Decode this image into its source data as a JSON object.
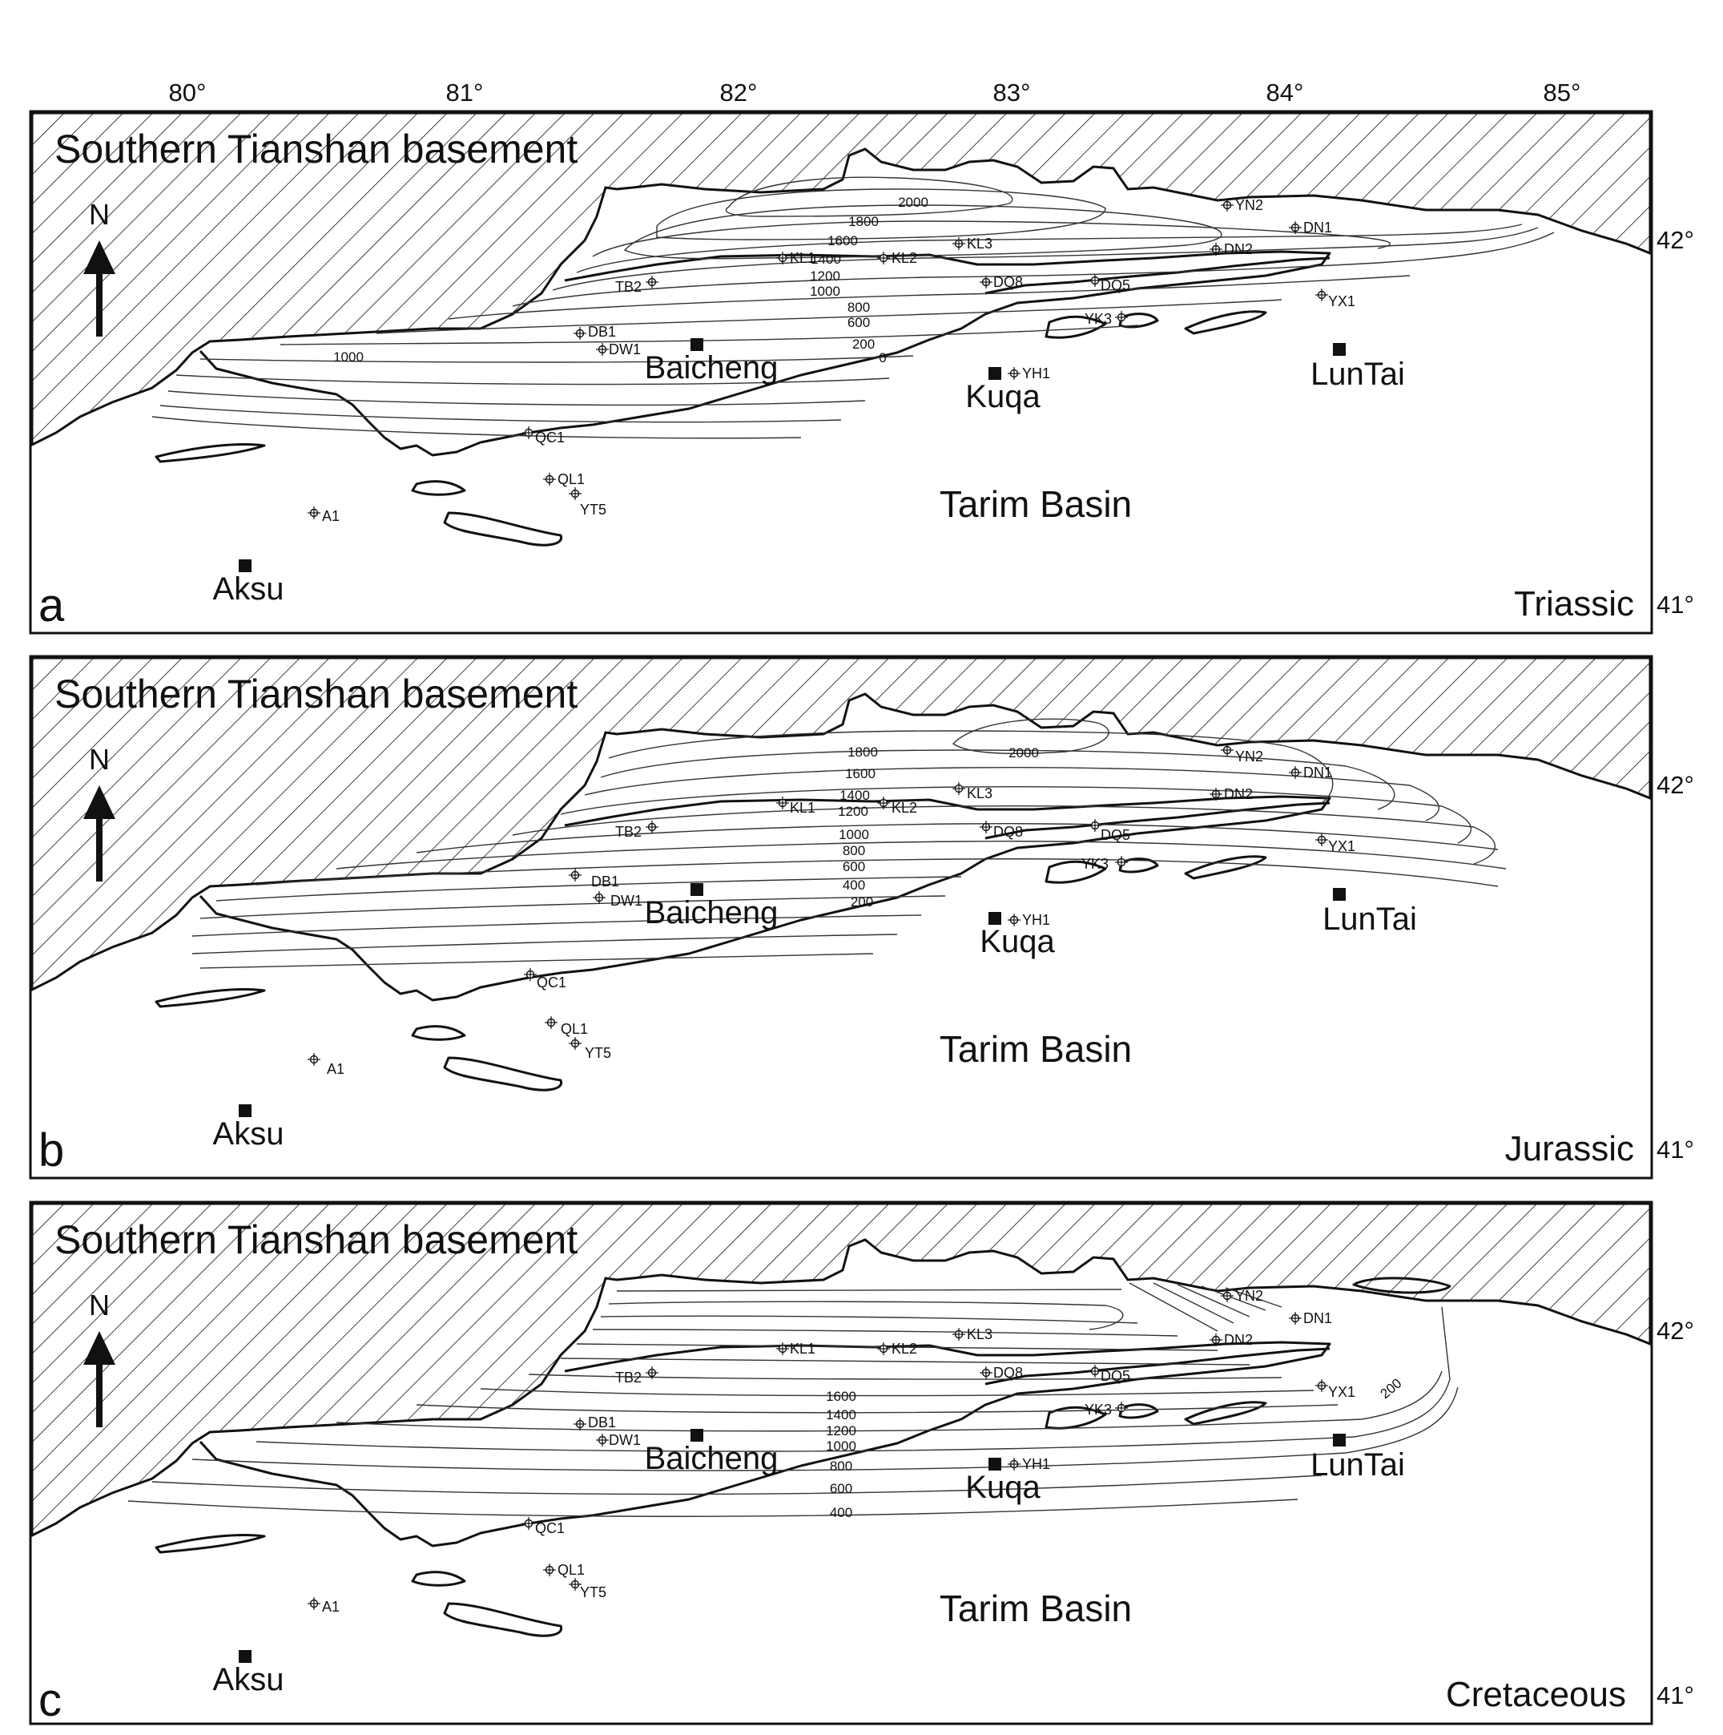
{
  "figure": {
    "longitudes": [
      "80°",
      "81°",
      "82°",
      "83°",
      "84°",
      "85°"
    ],
    "basement_label": "Southern Tianshan basement",
    "north_label": "N",
    "basin_label": "Tarim Basin",
    "cities": [
      "Baicheng",
      "Kuqa",
      "LunTai",
      "Aksu"
    ],
    "wells": [
      "YN2",
      "DN1",
      "DN2",
      "KL1",
      "KL2",
      "KL3",
      "TB2",
      "DQ8",
      "DQ5",
      "YK3",
      "YX1",
      "DB1",
      "DW1",
      "YH1",
      "QC1",
      "QL1",
      "YT5",
      "A1"
    ],
    "colors": {
      "line": "#111111",
      "background": "#ffffff"
    }
  },
  "panels": [
    {
      "letter": "a",
      "period": "Triassic",
      "lat_top": "42°",
      "lat_bottom": "41°",
      "contours": [
        "2000",
        "1800",
        "1600",
        "1400",
        "1200",
        "1000",
        "800",
        "600",
        "200",
        "0",
        "1000"
      ]
    },
    {
      "letter": "b",
      "period": "Jurassic",
      "lat_top": "42°",
      "lat_bottom": "41°",
      "contours": [
        "2000",
        "1800",
        "1600",
        "1400",
        "1200",
        "1000",
        "800",
        "600",
        "400",
        "200"
      ]
    },
    {
      "letter": "c",
      "period": "Cretaceous",
      "lat_top": "42°",
      "lat_bottom": "41°",
      "contours": [
        "1600",
        "1400",
        "1200",
        "1000",
        "800",
        "600",
        "400",
        "200"
      ]
    }
  ]
}
